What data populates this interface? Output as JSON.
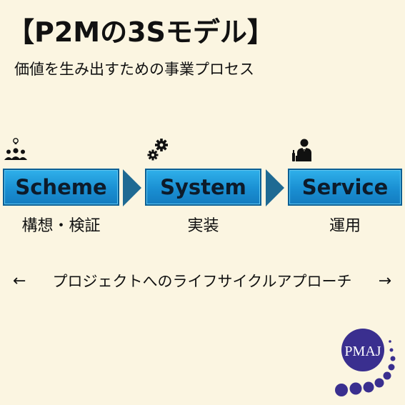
{
  "header": {
    "title": "【P2Mの3Sモデル】",
    "subtitle": "価値を生み出すための事業プロセス"
  },
  "stages": [
    {
      "label": "Scheme",
      "sub": "構想・検証",
      "icon": "team-idea-icon"
    },
    {
      "label": "System",
      "sub": "実装",
      "icon": "gears-icon"
    },
    {
      "label": "Service",
      "sub": "運用",
      "icon": "waiter-service-icon"
    }
  ],
  "lifecycle": {
    "left_arrow": "←",
    "text": "プロジェクトへのライフサイクルアプローチ",
    "right_arrow": "→"
  },
  "logo": {
    "text": "PMAJ"
  },
  "colors": {
    "background": "#fbf5e1",
    "stage_fill": "#1a8fd2",
    "stage_border": "#0b5f94",
    "chevron": "#1f6a93",
    "logo_circle": "#3a2f8f"
  }
}
